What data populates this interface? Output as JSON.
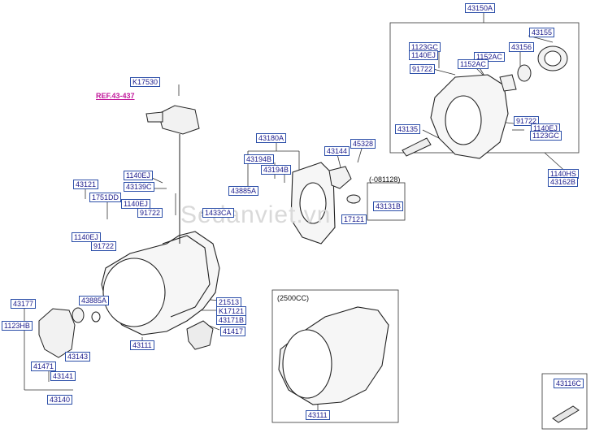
{
  "watermark": "Sedanviet.vn",
  "ref_link": "REF.43-437",
  "variant_labels": {
    "inset_2500": "(2500CC)",
    "date_note": "(-081128)"
  },
  "colors": {
    "label_border": "#2b4ea8",
    "label_text": "#1a1a8a",
    "ref_link": "#c2189b",
    "line": "#333333"
  },
  "parts": {
    "p43150A": "43150A",
    "p43155": "43155",
    "p43156": "43156",
    "p1123GC_a": "1123GC",
    "p1140EJ_a": "1140EJ",
    "p1152AC_a": "1152AC",
    "p1152AC_b": "1152AC",
    "p91722_a": "91722",
    "p43135": "43135",
    "p91722_b": "91722",
    "p1140EJ_b": "1140EJ",
    "p1123GC_b": "1123GC",
    "p1140HS": "1140HS",
    "p43162B": "43162B",
    "pK17530": "K17530",
    "p43180A": "43180A",
    "p43144": "43144",
    "p45328": "45328",
    "p43194B_a": "43194B",
    "p43194B_b": "43194B",
    "p43885A_a": "43885A",
    "p43131B": "43131B",
    "p17121": "17121",
    "p43121": "43121",
    "p1140EJ_c": "1140EJ",
    "p43139C": "43139C",
    "p1751DD": "1751DD",
    "p1140EJ_d": "1140EJ",
    "p91722_c": "91722",
    "p1433CA": "1433CA",
    "p1140EJ_e": "1140EJ",
    "p91722_d": "91722",
    "p43177": "43177",
    "p1123HB": "1123HB",
    "p43885A_b": "43885A",
    "p21513": "21513",
    "pK17121": "K17121",
    "p43171B": "43171B",
    "p41417": "41417",
    "p43111_a": "43111",
    "p43143": "43143",
    "p41471": "41471",
    "p43141": "43141",
    "p43140": "43140",
    "p43111_b": "43111",
    "p43116C": "43116C"
  }
}
